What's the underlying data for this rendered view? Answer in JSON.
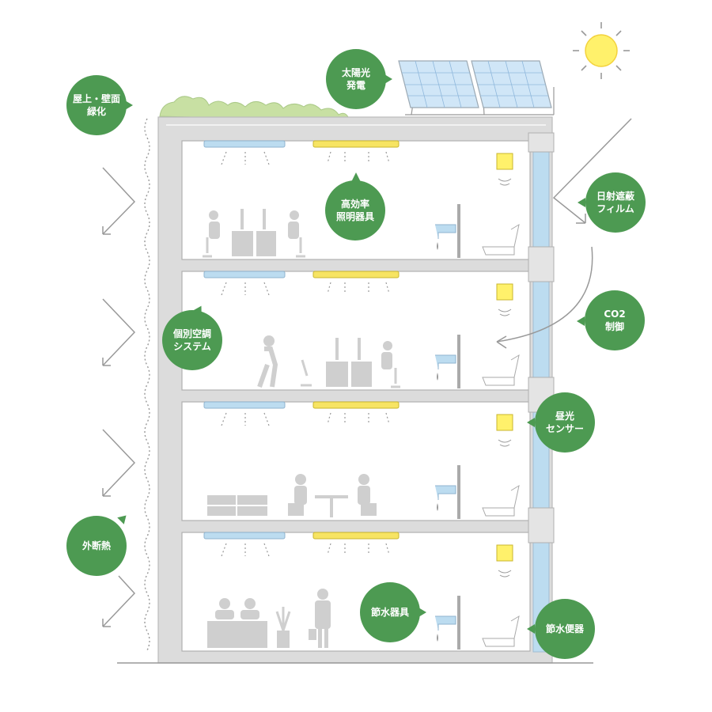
{
  "labels": {
    "rooftop_greening": "屋上・壁面\n緑化",
    "solar_power": "太陽光\n発電",
    "efficient_lighting": "高効率\n照明器具",
    "solar_film": "日射遮蔽\nフィルム",
    "individual_ac": "個別空調\nシステム",
    "co2_control": "CO2\n制御",
    "daylight_sensor": "昼光\nセンサー",
    "external_insulation": "外断熱",
    "water_saving_fixtures": "節水器具",
    "water_saving_toilet": "節水便器"
  },
  "colors": {
    "badge_green": "#4d9a52",
    "structure_gray": "#c8c8c8",
    "glass_blue": "#bcdcf0",
    "light_yellow": "#f7e463",
    "greenery": "#c8e0a3",
    "sun": "#fff16b"
  }
}
